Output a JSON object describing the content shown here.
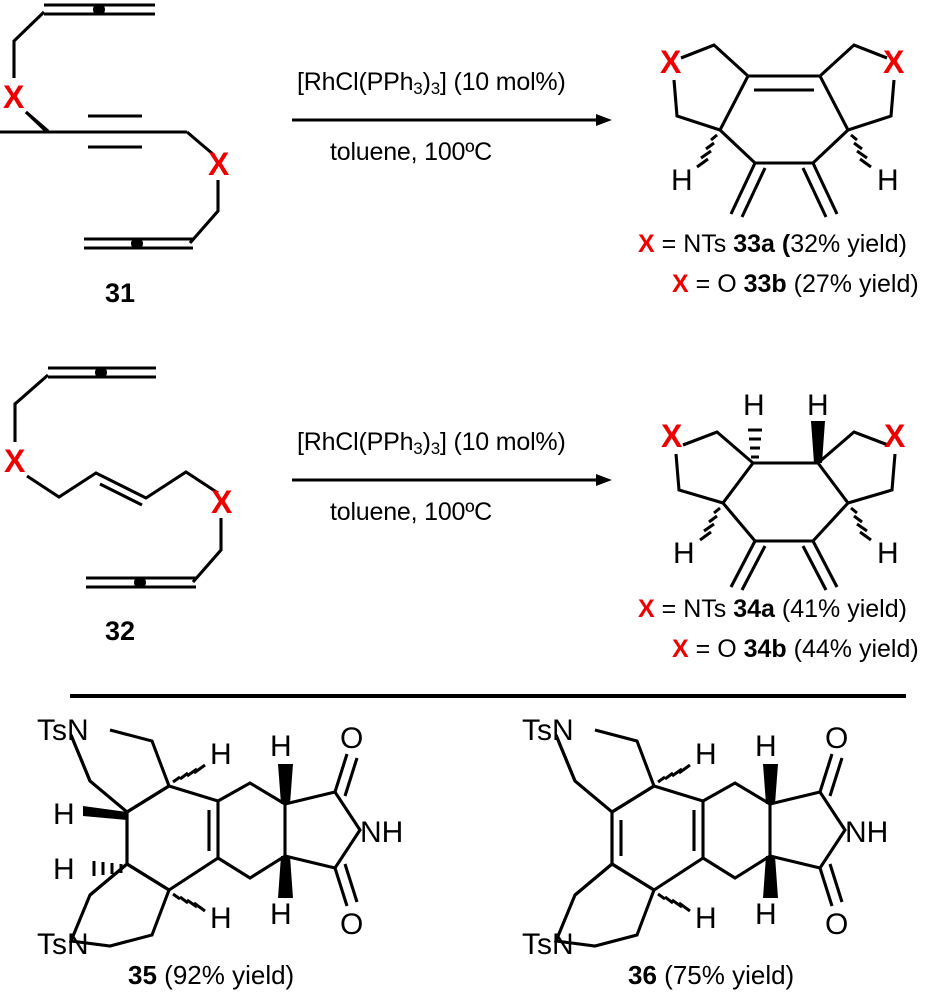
{
  "scheme": {
    "title": "Rhodium-catalyzed cycloaddition scheme",
    "accent_color": "#ee0000",
    "line_color": "#000000"
  },
  "reactions": [
    {
      "id": "reaction-1",
      "reactant_label": "31",
      "reactant_type": "bis-allene tethered alkyne",
      "conditions": {
        "catalyst_pre": "[RhCl(PPh",
        "catalyst_sub": "3",
        "catalyst_mid": ")",
        "catalyst_sub2": "3",
        "catalyst_post": "] (10 mol%)",
        "above": "[RhCl(PPh3)3] (10 mol%)",
        "below": "toluene, 100ºC"
      },
      "products": [
        {
          "x_group": "X",
          "equals": "=",
          "substituent": "NTs",
          "number": "33a",
          "yield": "(32% yield)",
          "open_paren_bold": true
        },
        {
          "x_group": "X",
          "equals": "=",
          "substituent": "O",
          "number": "33b",
          "yield": "(27% yield)",
          "open_paren_bold": false
        }
      ]
    },
    {
      "id": "reaction-2",
      "reactant_label": "32",
      "reactant_type": "bis-allene tethered E-alkene",
      "conditions": {
        "catalyst_pre": "[RhCl(PPh",
        "catalyst_sub": "3",
        "catalyst_mid": ")",
        "catalyst_sub2": "3",
        "catalyst_post": "] (10 mol%)",
        "above": "[RhCl(PPh3)3] (10 mol%)",
        "below": "toluene, 100ºC"
      },
      "products": [
        {
          "x_group": "X",
          "equals": "=",
          "substituent": "NTs",
          "number": "34a",
          "yield": "(41% yield)",
          "open_paren_bold": false
        },
        {
          "x_group": "X",
          "equals": "=",
          "substituent": "O",
          "number": "34b",
          "yield": "(44% yield)",
          "open_paren_bold": false
        }
      ]
    }
  ],
  "bottom_structures": [
    {
      "id": "structure-35",
      "number": "35",
      "yield": "(92% yield)",
      "atom_labels": {
        "tsn_top": "TsN",
        "tsn_bottom": "TsN",
        "h_top_left": "H",
        "h_left_upper": "H",
        "h_left_lower": "H",
        "h_bottom_left": "H",
        "h_top_right": "H",
        "h_bottom_right": "H",
        "o_top": "O",
        "o_bottom": "O",
        "nh": "NH"
      }
    },
    {
      "id": "structure-36",
      "number": "36",
      "yield": "(75% yield)",
      "atom_labels": {
        "tsn_top": "TsN",
        "tsn_bottom": "TsN",
        "h_top_left": "H",
        "h_bottom_left": "H",
        "h_top_right": "H",
        "h_bottom_right": "H",
        "o_top": "O",
        "o_bottom": "O",
        "nh": "NH"
      }
    }
  ],
  "structure_atom_labels": {
    "x": "X",
    "h": "H"
  }
}
